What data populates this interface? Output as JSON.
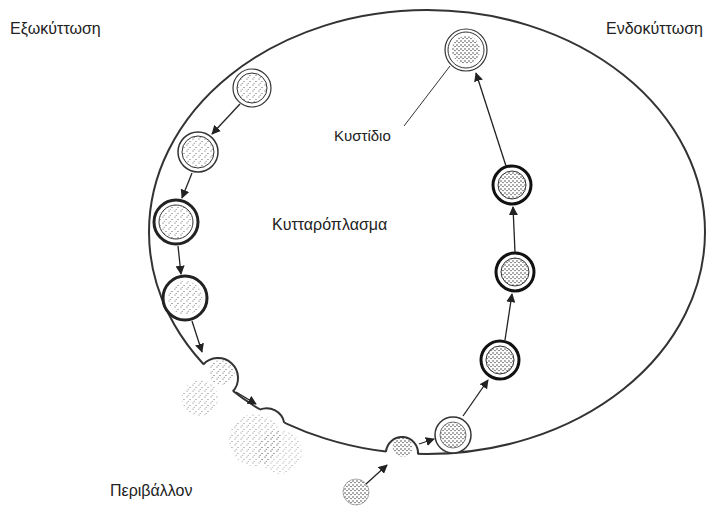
{
  "diagram": {
    "labels": [
      "Εξωκύττωση",
      "Ενδοκύττωση",
      "Κυστίδιο",
      "Κυτταρόπλασμα",
      "Περιβάλλον"
    ]
  }
}
